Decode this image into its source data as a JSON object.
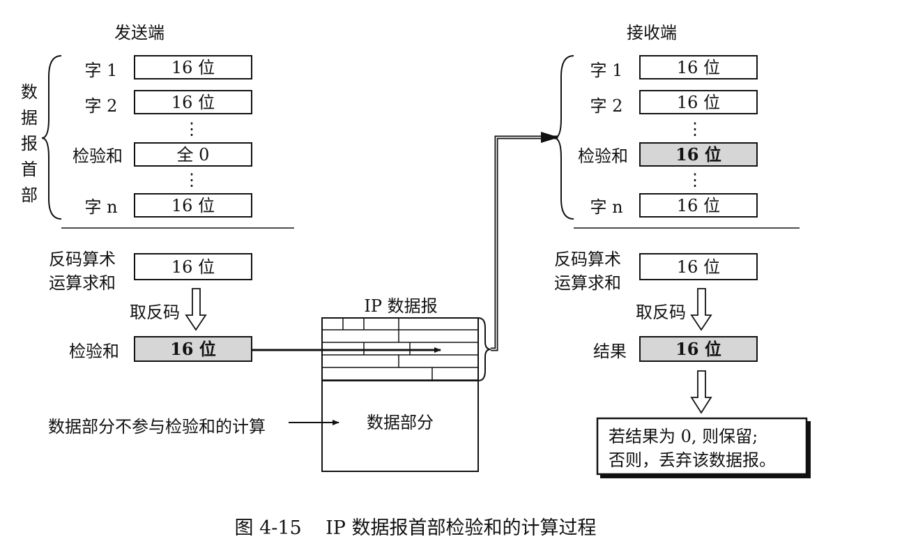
{
  "sender": {
    "title": "发送端",
    "side_label": [
      "数",
      "据",
      "报",
      "首",
      "部"
    ],
    "rows": [
      {
        "label": "字 1",
        "value": "16 位"
      },
      {
        "label": "字 2",
        "value": "16 位"
      },
      {
        "label": "检验和",
        "value": "全 0"
      },
      {
        "label": "字 n",
        "value": "16 位"
      }
    ],
    "ellipsis": "⋮",
    "sum_label": [
      "反码算术",
      "运算求和"
    ],
    "sum_value": "16 位",
    "invert_label": "取反码",
    "checksum_label": "检验和",
    "checksum_value": "16 位"
  },
  "datagram": {
    "title": "IP 数据报",
    "data_part": "数据部分",
    "note": "数据部分不参与检验和的计算"
  },
  "receiver": {
    "title": "接收端",
    "rows": [
      {
        "label": "字 1",
        "value": "16 位"
      },
      {
        "label": "字 2",
        "value": "16 位"
      },
      {
        "label": "检验和",
        "value": "16 位"
      },
      {
        "label": "字 n",
        "value": "16 位"
      }
    ],
    "ellipsis": "⋮",
    "sum_label": [
      "反码算术",
      "运算求和"
    ],
    "sum_value": "16 位",
    "invert_label": "取反码",
    "result_label": "结果",
    "result_value": "16 位",
    "decision": [
      "若结果为 0, 则保留;",
      "否则，丢弃该数据报。"
    ]
  },
  "caption": "图 4-15    IP 数据报首部检验和的计算过程",
  "colors": {
    "shaded": "#d6d6d6",
    "ink": "#111111"
  }
}
